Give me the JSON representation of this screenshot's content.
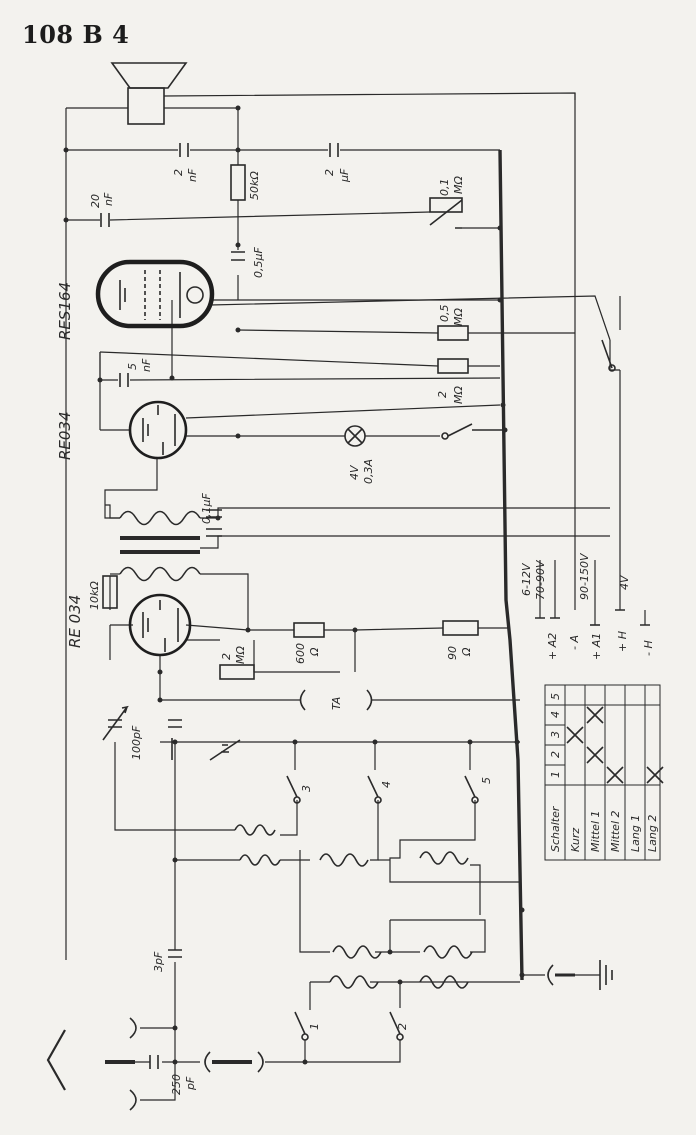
{
  "title": "108 B 4",
  "tubes": [
    "RES164",
    "RE034",
    "RE 034"
  ],
  "components": {
    "c_2nF": [
      "2",
      "nF"
    ],
    "r_50k": "50kΩ",
    "c_2uF": [
      "2",
      "μF"
    ],
    "c_20nF": [
      "20",
      "nF"
    ],
    "pot": [
      "0,1",
      "MΩ"
    ],
    "c_05uF": "0,5μF",
    "r_05M": [
      "0,5",
      "MΩ"
    ],
    "c_5nF": [
      "5",
      "nF"
    ],
    "r_2M_a": [
      "2",
      "MΩ"
    ],
    "lamp": [
      "4V",
      "0,3A"
    ],
    "c_01uF": "0,1μF",
    "r_10k": "10kΩ",
    "r_2M_b": [
      "2",
      "MΩ"
    ],
    "r_600": [
      "600",
      "Ω"
    ],
    "r_90": [
      "90",
      "Ω"
    ],
    "ta": "TA",
    "c_100pF": "100pF",
    "c_3pF": "3pF",
    "c_250pF": [
      "250",
      "pF"
    ]
  },
  "supply": [
    "6-12V",
    "70-90V",
    "90-150V",
    "4V"
  ],
  "terminals": [
    "+ A2",
    "- A",
    "+ A1",
    "+ H",
    "- H"
  ],
  "switch_numbers": [
    "1",
    "2",
    "3",
    "4",
    "5"
  ],
  "switch_table": {
    "header_label": "Schalter",
    "columns": [
      "1",
      "2",
      "3",
      "4",
      "5"
    ],
    "rows": [
      {
        "label": "Kurz",
        "closed": [
          3
        ]
      },
      {
        "label": "Mittel 1",
        "closed": [
          2,
          4
        ]
      },
      {
        "label": "Mittel 2",
        "closed": [
          1
        ]
      },
      {
        "label": "Lang 1",
        "closed": []
      },
      {
        "label": "Lang 2",
        "closed": [
          1
        ]
      }
    ]
  }
}
